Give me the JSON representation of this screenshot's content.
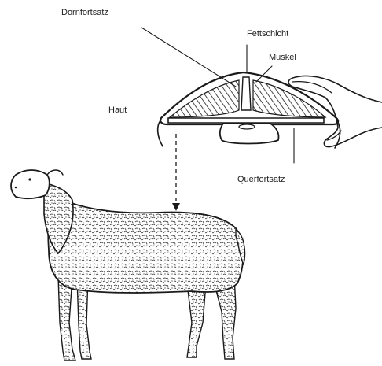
{
  "labels": {
    "dornfortsatz": "Dornfortsatz",
    "fettschicht": "Fettschicht",
    "muskel": "Muskel",
    "haut": "Haut",
    "querfortsatz": "Querfortsatz"
  }
}
